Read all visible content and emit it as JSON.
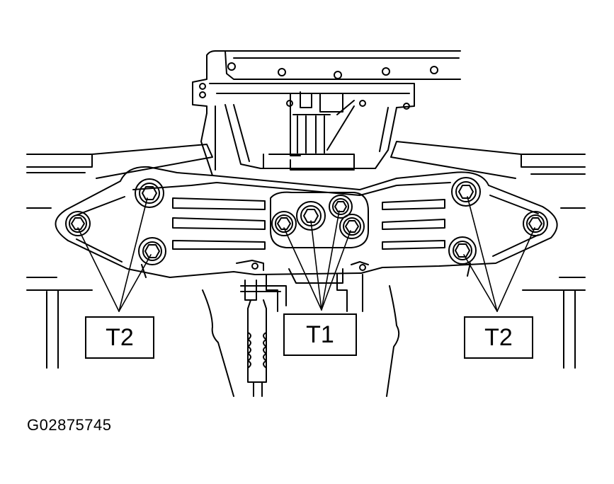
{
  "labels": {
    "left": "T2",
    "center": "T1",
    "right": "T2"
  },
  "figure_id": "G02875745",
  "colors": {
    "line": "#000000",
    "background": "#ffffff"
  }
}
